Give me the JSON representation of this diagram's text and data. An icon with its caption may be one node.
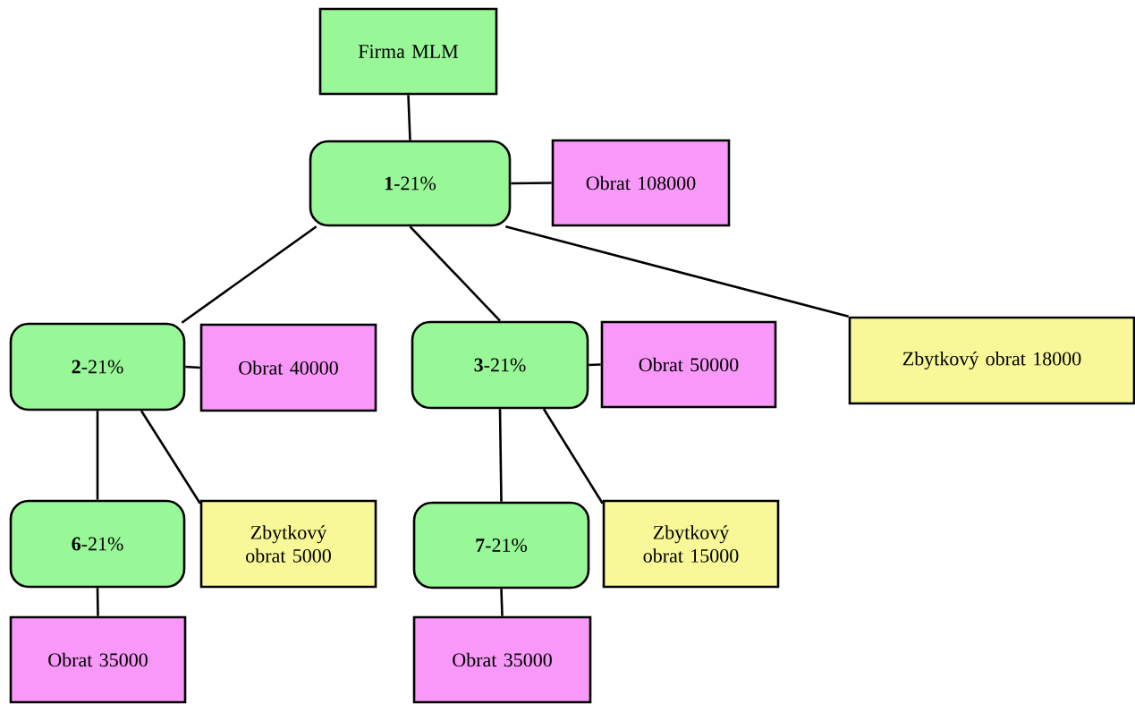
{
  "diagram": {
    "nodes": [
      {
        "text": [
          "Firma MLM"
        ]
      },
      {
        "text": [
          "**1**-21%"
        ]
      },
      {
        "text": [
          "Obrat 108000"
        ]
      },
      {
        "text": [
          "**2**-21%"
        ]
      },
      {
        "text": [
          "Obrat 40000"
        ]
      },
      {
        "text": [
          "**3**-21%"
        ]
      },
      {
        "text": [
          "Obrat 50000"
        ]
      },
      {
        "text": [
          "Zbytkový obrat 18000"
        ]
      },
      {
        "text": [
          "**6**-21%"
        ]
      },
      {
        "text": [
          "Zbytkový obrat 5000"
        ]
      },
      {
        "text": [
          "**7**-21%"
        ]
      },
      {
        "text": [
          "Zbytkový obrat 15000"
        ]
      },
      {
        "text": [
          "Obrat 35000"
        ]
      },
      {
        "text": [
          "Obrat 35000"
        ]
      }
    ],
    "edges": [
      {
        "from": 0,
        "to": 1,
        "arrow": "none"
      },
      {
        "from": 1,
        "to": 2,
        "arrow": "none"
      },
      {
        "from": 1,
        "to": 3,
        "arrow": "none"
      },
      {
        "from": 1,
        "to": 5,
        "arrow": "none"
      },
      {
        "from": 1,
        "to": 7,
        "arrow": "none"
      },
      {
        "from": 3,
        "to": 4,
        "arrow": "none"
      },
      {
        "from": 3,
        "to": 8,
        "arrow": "none"
      },
      {
        "from": 3,
        "to": 9,
        "arrow": "none"
      },
      {
        "from": 5,
        "to": 6,
        "arrow": "none"
      },
      {
        "from": 5,
        "to": 10,
        "arrow": "none"
      },
      {
        "from": 5,
        "to": 11,
        "arrow": "none"
      },
      {
        "from": 8,
        "to": 12,
        "arrow": "none"
      },
      {
        "from": 10,
        "to": 13,
        "arrow": "none"
      }
    ]
  }
}
